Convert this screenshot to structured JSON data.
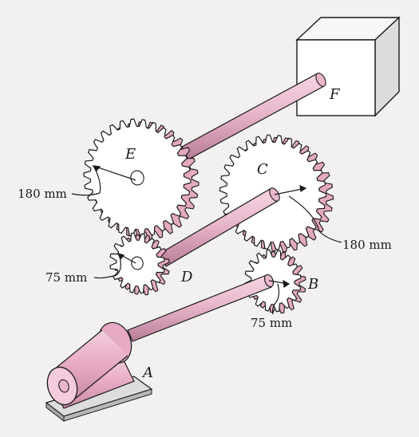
{
  "labels": {
    "block": "F",
    "gear_e": "E",
    "gear_c": "C",
    "gear_d": "D",
    "gear_b": "B",
    "motor": "A"
  },
  "dimensions": {
    "e_radius": "180 mm",
    "c_radius": "180 mm",
    "d_radius": "75 mm",
    "b_radius": "75 mm"
  },
  "colors": {
    "shaft": "#e9b7cc",
    "shaft_dark": "#b97c97",
    "gear_face": "#ffffff",
    "gear_rim": "#e4a9c0",
    "ink": "#1a1a1a",
    "background": "#f2f1ef"
  }
}
